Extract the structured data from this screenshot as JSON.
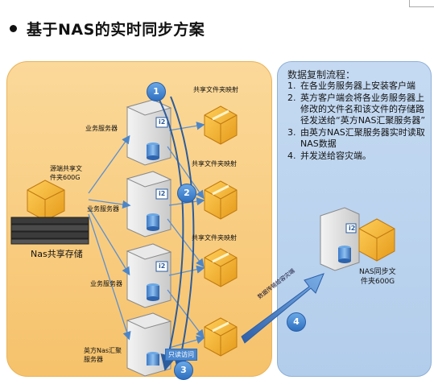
{
  "title": "基于NAS的实时同步方案",
  "flow": {
    "heading": "数据复制流程：",
    "steps": [
      {
        "num": "1.",
        "text": "在各业务服务器上安装客户端"
      },
      {
        "num": "2.",
        "text": "英方客户端会将各业务服务器上修改的文件名和该文件的存储路径发送给“英方NAS汇聚服务器”"
      },
      {
        "num": "3.",
        "text": "由英方NAS汇聚服务器实时读取NAS数据"
      },
      {
        "num": "4.",
        "text": "并发送给容灾端。"
      }
    ]
  },
  "labels": {
    "share_map_1": "共享文件夹映射",
    "share_map_2": "共享文件夹映射",
    "share_map_3": "共享文件夹映射",
    "biz_server_1": "业务服务器",
    "biz_server_2": "业务服务器",
    "biz_server_3": "业务服务器",
    "source_share_line1": "源端共享文",
    "source_share_line2": "件夹600G",
    "nas_storage": "Nas共享存储",
    "agg_server_line1": "英方Nas汇聚",
    "agg_server_line2": "服务器",
    "read_only": "只读访问",
    "nas_sync_line1": "NAS同步文",
    "nas_sync_line2": "件夹600G",
    "diag_text": "数据传输给容灾端",
    "i2": "i2"
  },
  "markers": [
    "1",
    "2",
    "3",
    "4"
  ],
  "colors": {
    "left_panel": "#f6c26b",
    "right_panel": "#b2cdeb",
    "marker": "#2e6fc0",
    "arrow": "#5b8fd0"
  }
}
